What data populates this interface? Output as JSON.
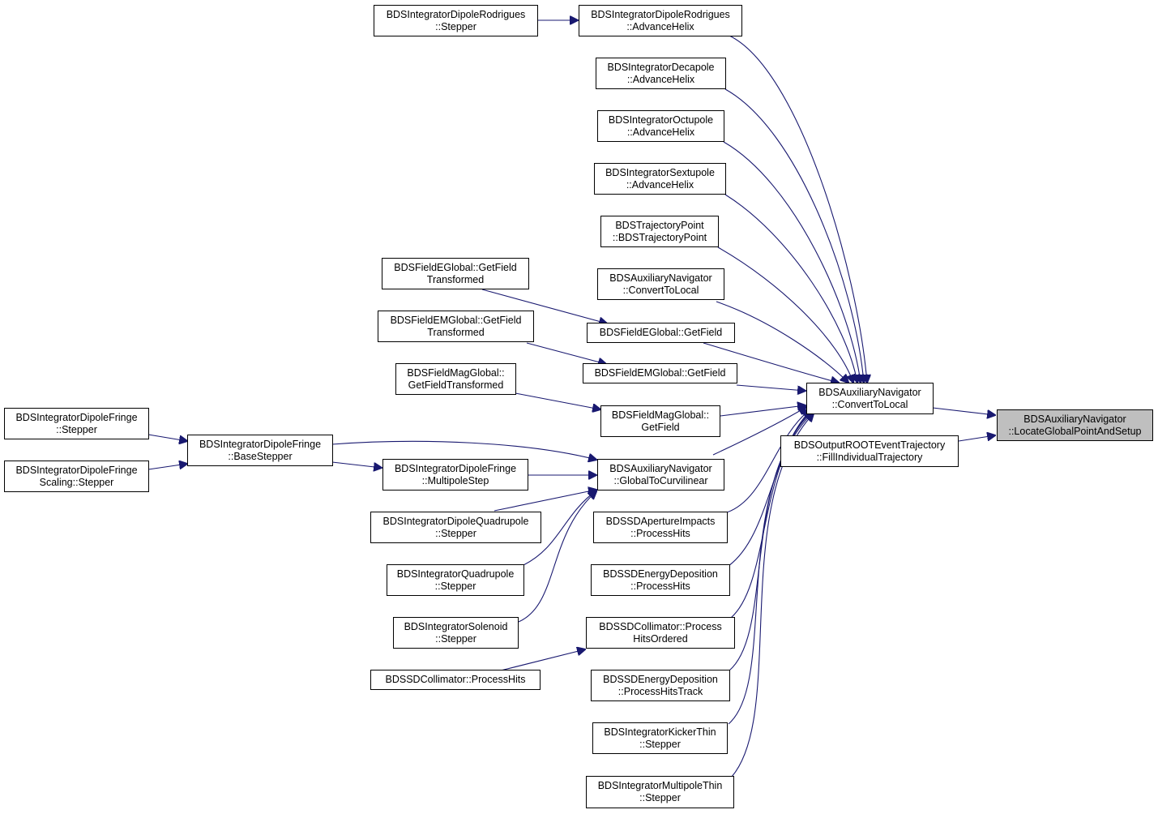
{
  "colors": {
    "edge": "#191970",
    "node_border": "#000000",
    "node_fill": "#ffffff",
    "focus_fill": "#bfbfbf"
  },
  "nodes": {
    "locate": {
      "line1": "BDSAuxiliaryNavigator",
      "line2": "::LocateGlobalPointAndSetup"
    },
    "ctl": {
      "line1": "BDSAuxiliaryNavigator",
      "line2": "::ConvertToLocal"
    },
    "fill_traj": {
      "line1": "BDSOutputROOTEventTrajectory",
      "line2": "::FillIndividualTrajectory"
    },
    "rod_adv": {
      "line1": "BDSIntegratorDipoleRodrigues",
      "line2": "::AdvanceHelix"
    },
    "rod_step": {
      "line1": "BDSIntegratorDipoleRodrigues",
      "line2": "::Stepper"
    },
    "dec_adv": {
      "line1": "BDSIntegratorDecapole",
      "line2": "::AdvanceHelix"
    },
    "oct_adv": {
      "line1": "BDSIntegratorOctupole",
      "line2": "::AdvanceHelix"
    },
    "sex_adv": {
      "line1": "BDSIntegratorSextupole",
      "line2": "::AdvanceHelix"
    },
    "traj_pt": {
      "line1": "BDSTrajectoryPoint",
      "line2": "::BDSTrajectoryPoint"
    },
    "aux_ctl2": {
      "line1": "BDSAuxiliaryNavigator",
      "line2": "::ConvertToLocal"
    },
    "feg_gft": {
      "line1": "BDSFieldEGlobal::GetField",
      "line2": "Transformed"
    },
    "feg_gf": {
      "line1": "BDSFieldEGlobal::GetField",
      "line2": ""
    },
    "femg_gft": {
      "line1": "BDSFieldEMGlobal::GetField",
      "line2": "Transformed"
    },
    "femg_gf": {
      "line1": "BDSFieldEMGlobal::GetField",
      "line2": ""
    },
    "fmag_gft": {
      "line1": "BDSFieldMagGlobal::",
      "line2": "GetFieldTransformed"
    },
    "fmag_gf": {
      "line1": "BDSFieldMagGlobal::",
      "line2": "GetField"
    },
    "dfr_step": {
      "line1": "BDSIntegratorDipoleFringe",
      "line2": "::Stepper"
    },
    "dfrs_step": {
      "line1": "BDSIntegratorDipoleFringe",
      "line2": "Scaling::Stepper"
    },
    "dfr_base": {
      "line1": "BDSIntegratorDipoleFringe",
      "line2": "::BaseStepper"
    },
    "dfr_mp": {
      "line1": "BDSIntegratorDipoleFringe",
      "line2": "::MultipoleStep"
    },
    "g2c": {
      "line1": "BDSAuxiliaryNavigator",
      "line2": "::GlobalToCurvilinear"
    },
    "dquad_step": {
      "line1": "BDSIntegratorDipoleQuadrupole",
      "line2": "::Stepper"
    },
    "quad_step": {
      "line1": "BDSIntegratorQuadrupole",
      "line2": "::Stepper"
    },
    "sol_step": {
      "line1": "BDSIntegratorSolenoid",
      "line2": "::Stepper"
    },
    "coll_ph": {
      "line1": "BDSSDCollimator::ProcessHits",
      "line2": ""
    },
    "ap_ph": {
      "line1": "BDSSDApertureImpacts",
      "line2": "::ProcessHits"
    },
    "ed_ph": {
      "line1": "BDSSDEnergyDeposition",
      "line2": "::ProcessHits"
    },
    "coll_pho": {
      "line1": "BDSSDCollimator::Process",
      "line2": "HitsOrdered"
    },
    "ed_pht": {
      "line1": "BDSSDEnergyDeposition",
      "line2": "::ProcessHitsTrack"
    },
    "kick_step": {
      "line1": "BDSIntegratorKickerThin",
      "line2": "::Stepper"
    },
    "mp_step": {
      "line1": "BDSIntegratorMultipoleThin",
      "line2": "::Stepper"
    }
  }
}
